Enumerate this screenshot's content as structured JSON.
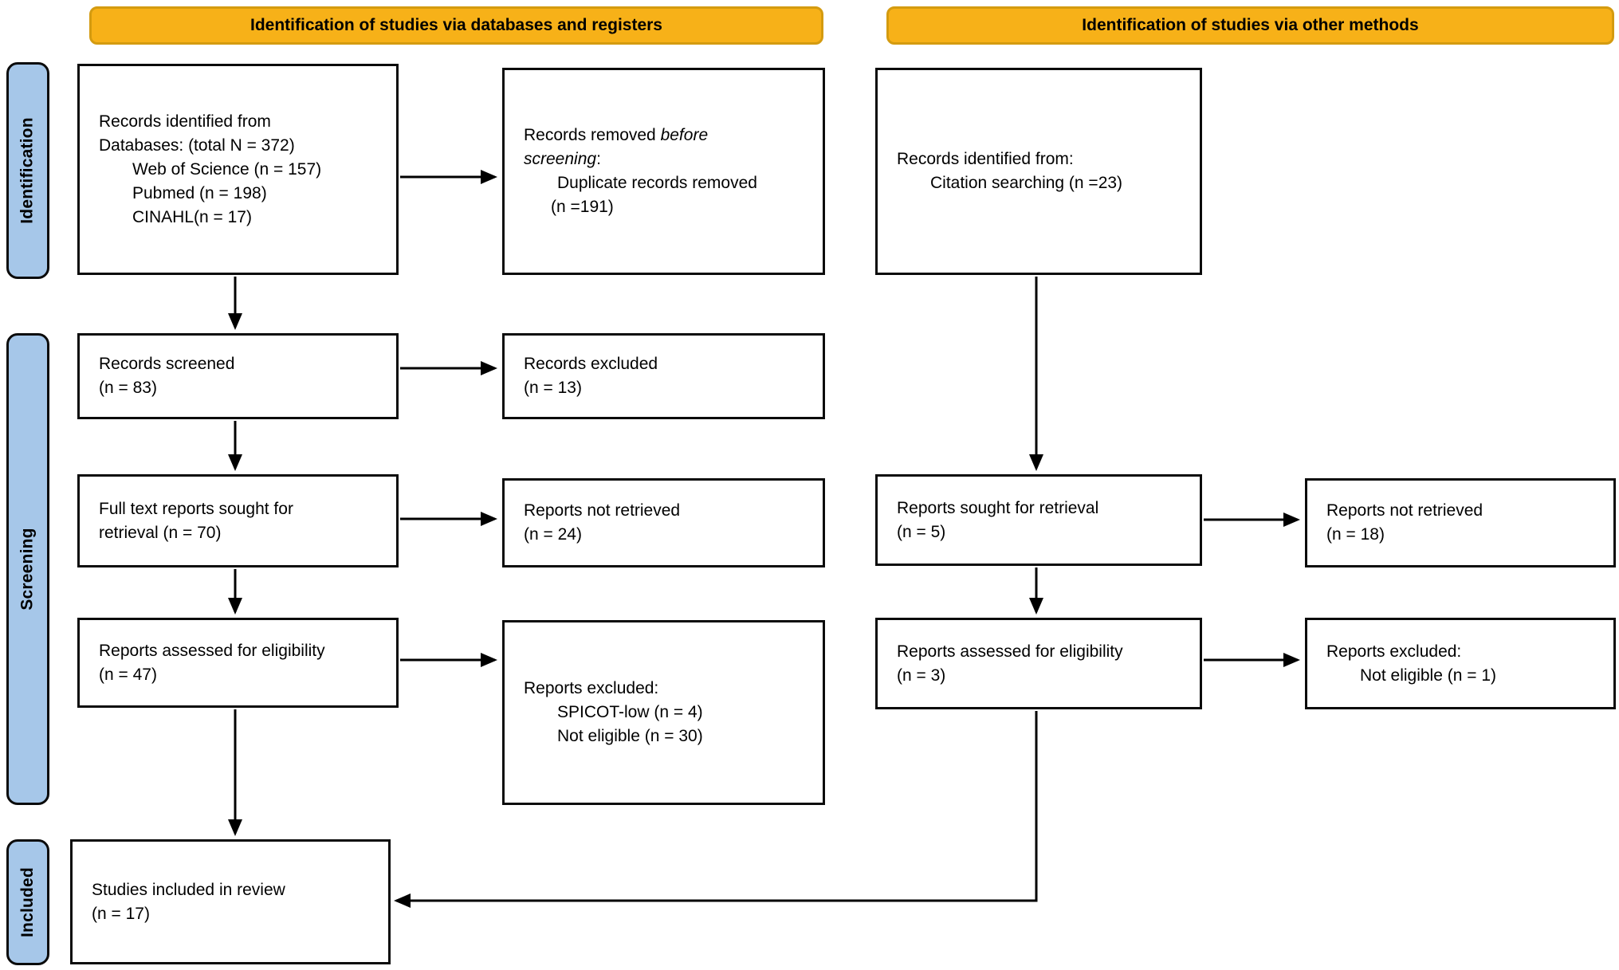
{
  "figure": "PRISMA 2020 flow diagram",
  "colors": {
    "header_fill": "#F7B118",
    "header_border": "#D49B10",
    "sidebar_fill": "#A6C7E9",
    "box_border": "#0B0B0B",
    "background": "#FFFFFF"
  },
  "headers": {
    "databases": "Identification of studies via databases and registers",
    "other": "Identification of studies via other methods"
  },
  "sidebar": {
    "identification": "Identification",
    "screening": "Screening",
    "included": "Included"
  },
  "boxes": {
    "records_identified_db": {
      "lines": [
        "Records identified from",
        "Databases: (total N = 372)",
        "Web of Science (n = 157)",
        "Pubmed (n = 198)",
        "CINAHL(n = 17)"
      ]
    },
    "records_removed": {
      "l1_pre": "Records removed ",
      "l1_italic": "before",
      "l2_italic": "screening",
      "l2_post": ":",
      "lines": [
        "Duplicate records removed",
        "(n =191)"
      ]
    },
    "records_identified_other": {
      "lines": [
        "Records identified from:",
        "Citation searching (n =23)"
      ]
    },
    "records_screened": {
      "lines": [
        "Records screened",
        "(n = 83)"
      ]
    },
    "records_excluded": {
      "lines": [
        "Records excluded",
        "(n = 13)"
      ]
    },
    "fulltext_sought": {
      "lines": [
        "Full text reports sought for",
        "retrieval (n = 70)"
      ]
    },
    "reports_not_retrieved_db": {
      "lines": [
        "Reports not retrieved",
        "(n = 24)"
      ]
    },
    "reports_assessed_db": {
      "lines": [
        "Reports assessed for eligibility",
        "(n = 47)"
      ]
    },
    "reports_excluded_db": {
      "lines": [
        "Reports excluded:",
        "SPICOT-low (n = 4)",
        "Not eligible (n = 30)"
      ]
    },
    "reports_sought_other": {
      "lines": [
        "Reports sought for retrieval",
        "(n = 5)"
      ]
    },
    "reports_not_retrieved_other": {
      "lines": [
        "Reports not retrieved",
        "(n = 18)"
      ]
    },
    "reports_assessed_other": {
      "lines": [
        "Reports assessed for eligibility",
        "(n = 3)"
      ]
    },
    "reports_excluded_other": {
      "lines": [
        "Reports excluded:",
        "Not eligible (n = 1)"
      ]
    },
    "studies_included": {
      "lines": [
        "Studies included in review",
        "(n = 17)"
      ]
    }
  },
  "connections": [
    {
      "from": "records_identified_db",
      "to": "records_screened"
    },
    {
      "from": "records_identified_db",
      "to": "records_removed"
    },
    {
      "from": "records_screened",
      "to": "records_excluded"
    },
    {
      "from": "records_screened",
      "to": "fulltext_sought"
    },
    {
      "from": "fulltext_sought",
      "to": "reports_not_retrieved_db"
    },
    {
      "from": "fulltext_sought",
      "to": "reports_assessed_db"
    },
    {
      "from": "reports_assessed_db",
      "to": "reports_excluded_db"
    },
    {
      "from": "reports_assessed_db",
      "to": "studies_included"
    },
    {
      "from": "records_identified_other",
      "to": "reports_sought_other"
    },
    {
      "from": "reports_sought_other",
      "to": "reports_not_retrieved_other"
    },
    {
      "from": "reports_sought_other",
      "to": "reports_assessed_other"
    },
    {
      "from": "reports_assessed_other",
      "to": "reports_excluded_other"
    },
    {
      "from": "reports_assessed_other",
      "to": "studies_included"
    }
  ]
}
